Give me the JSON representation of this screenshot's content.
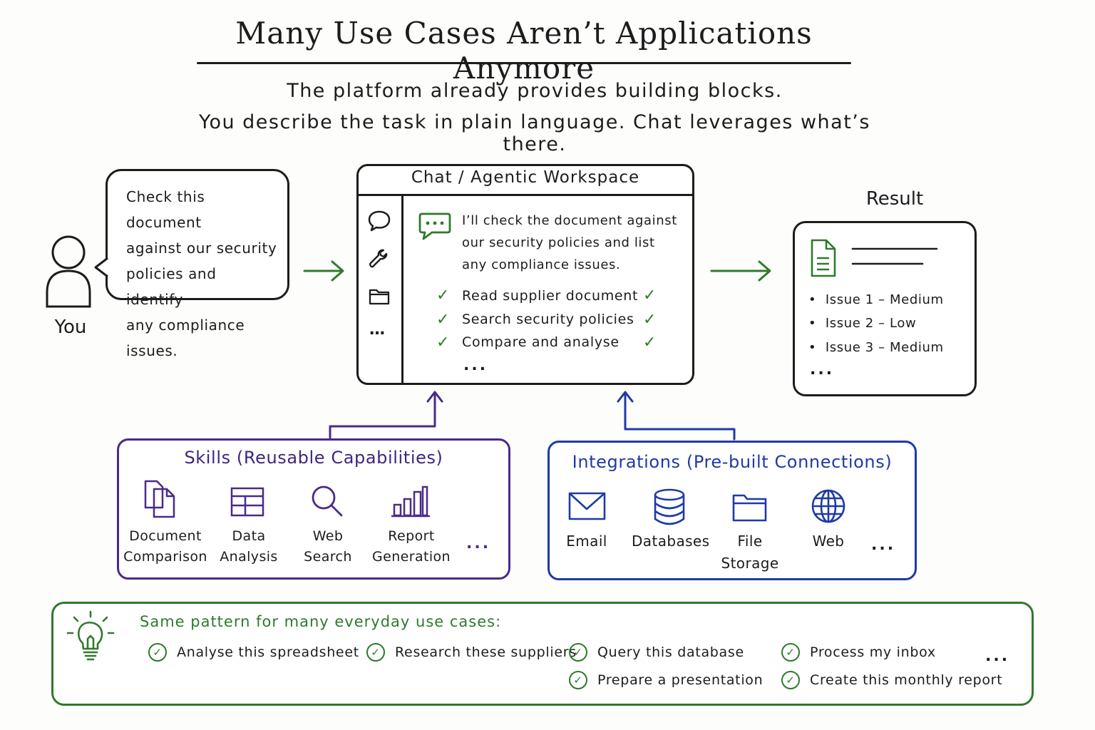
{
  "title": "Many Use Cases Aren’t Applications Anymore",
  "subtitle": {
    "line1": "The platform already provides building blocks.",
    "line2": "You describe the task in plain language. Chat leverages what’s there."
  },
  "user": {
    "label": "You",
    "request_lines": [
      "Check this document",
      "against our security",
      "policies and identify",
      "any compliance issues."
    ]
  },
  "workspace": {
    "title": "Chat / Agentic Workspace",
    "message_lines": [
      "I’ll check the document against",
      "our security policies and list",
      "any compliance issues."
    ],
    "steps": [
      "Read supplier document",
      "Search security policies",
      "Compare and analyse"
    ],
    "more": "...",
    "sidebar_icons": [
      "chat-icon",
      "wrench-icon",
      "folder-icon",
      "more-icon"
    ]
  },
  "result": {
    "label": "Result",
    "issues": [
      "Issue 1 – Medium",
      "Issue 2 – Low",
      "Issue 3 – Medium"
    ],
    "more": "..."
  },
  "skills": {
    "title": "Skills (Reusable Capabilities)",
    "items": [
      {
        "line1": "Document",
        "line2": "Comparison",
        "icon": "documents-icon"
      },
      {
        "line1": "Data",
        "line2": "Analysis",
        "icon": "table-icon"
      },
      {
        "line1": "Web",
        "line2": "Search",
        "icon": "magnifier-icon"
      },
      {
        "line1": "Report",
        "line2": "Generation",
        "icon": "bar-chart-icon"
      }
    ],
    "more": "...",
    "color": "#3f2580"
  },
  "integrations": {
    "title": "Integrations (Pre-built Connections)",
    "items": [
      {
        "line1": "Email",
        "line2": "",
        "icon": "envelope-icon"
      },
      {
        "line1": "Databases",
        "line2": "",
        "icon": "database-icon"
      },
      {
        "line1": "File",
        "line2": "Storage",
        "icon": "folder-icon"
      },
      {
        "line1": "Web",
        "line2": "",
        "icon": "globe-icon"
      }
    ],
    "more": "...",
    "color": "#1f3aa6"
  },
  "pattern": {
    "title": "Same pattern for many everyday use cases:",
    "uses": [
      "Analyse this spreadsheet",
      "Research these suppliers",
      "Query this database",
      "Prepare a presentation",
      "Process my inbox",
      "Create this monthly report"
    ],
    "more": "...",
    "color": "#2f7a2c"
  }
}
